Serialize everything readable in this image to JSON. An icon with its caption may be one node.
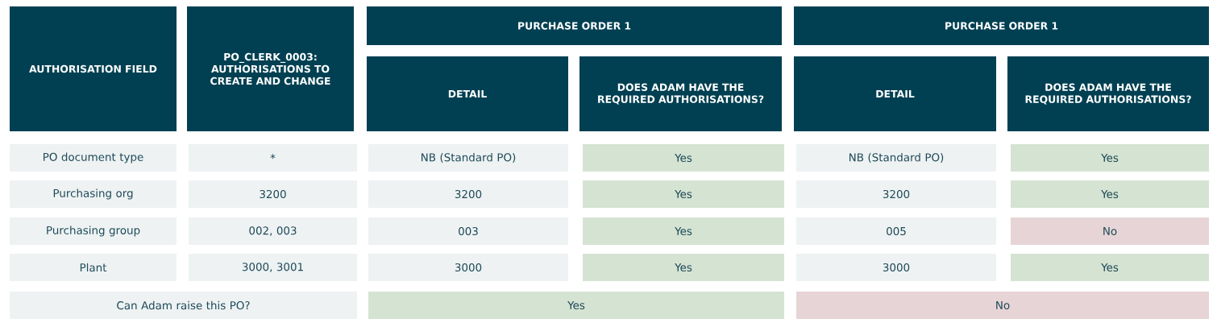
{
  "diagram": {
    "labels": [
      "AUTHORISATION FIELD",
      "PO_CLERK_0003: AUTHORISATIONS TO CREATE AND CHANGE",
      "PURCHASE ORDER 1",
      "PURCHASE ORDER 1",
      "DETAIL",
      "DOES ADAM HAVE THE REQUIRED AUTHORISATIONS?",
      "DETAIL",
      "DOES ADAM HAVE THE REQUIRED AUTHORISATIONS?",
      "PO document type",
      "*",
      "NB (Standard PO)",
      "Yes",
      "NB (Standard PO)",
      "Yes",
      "Purchasing org",
      "3200",
      "3200",
      "Yes",
      "3200",
      "Yes",
      "Purchasing group",
      "002, 003",
      "003",
      "Yes",
      "005",
      "No",
      "Plant",
      "3000, 3001",
      "3000",
      "Yes",
      "3000",
      "Yes",
      "Can Adam raise this PO?",
      "Yes",
      "No"
    ]
  }
}
